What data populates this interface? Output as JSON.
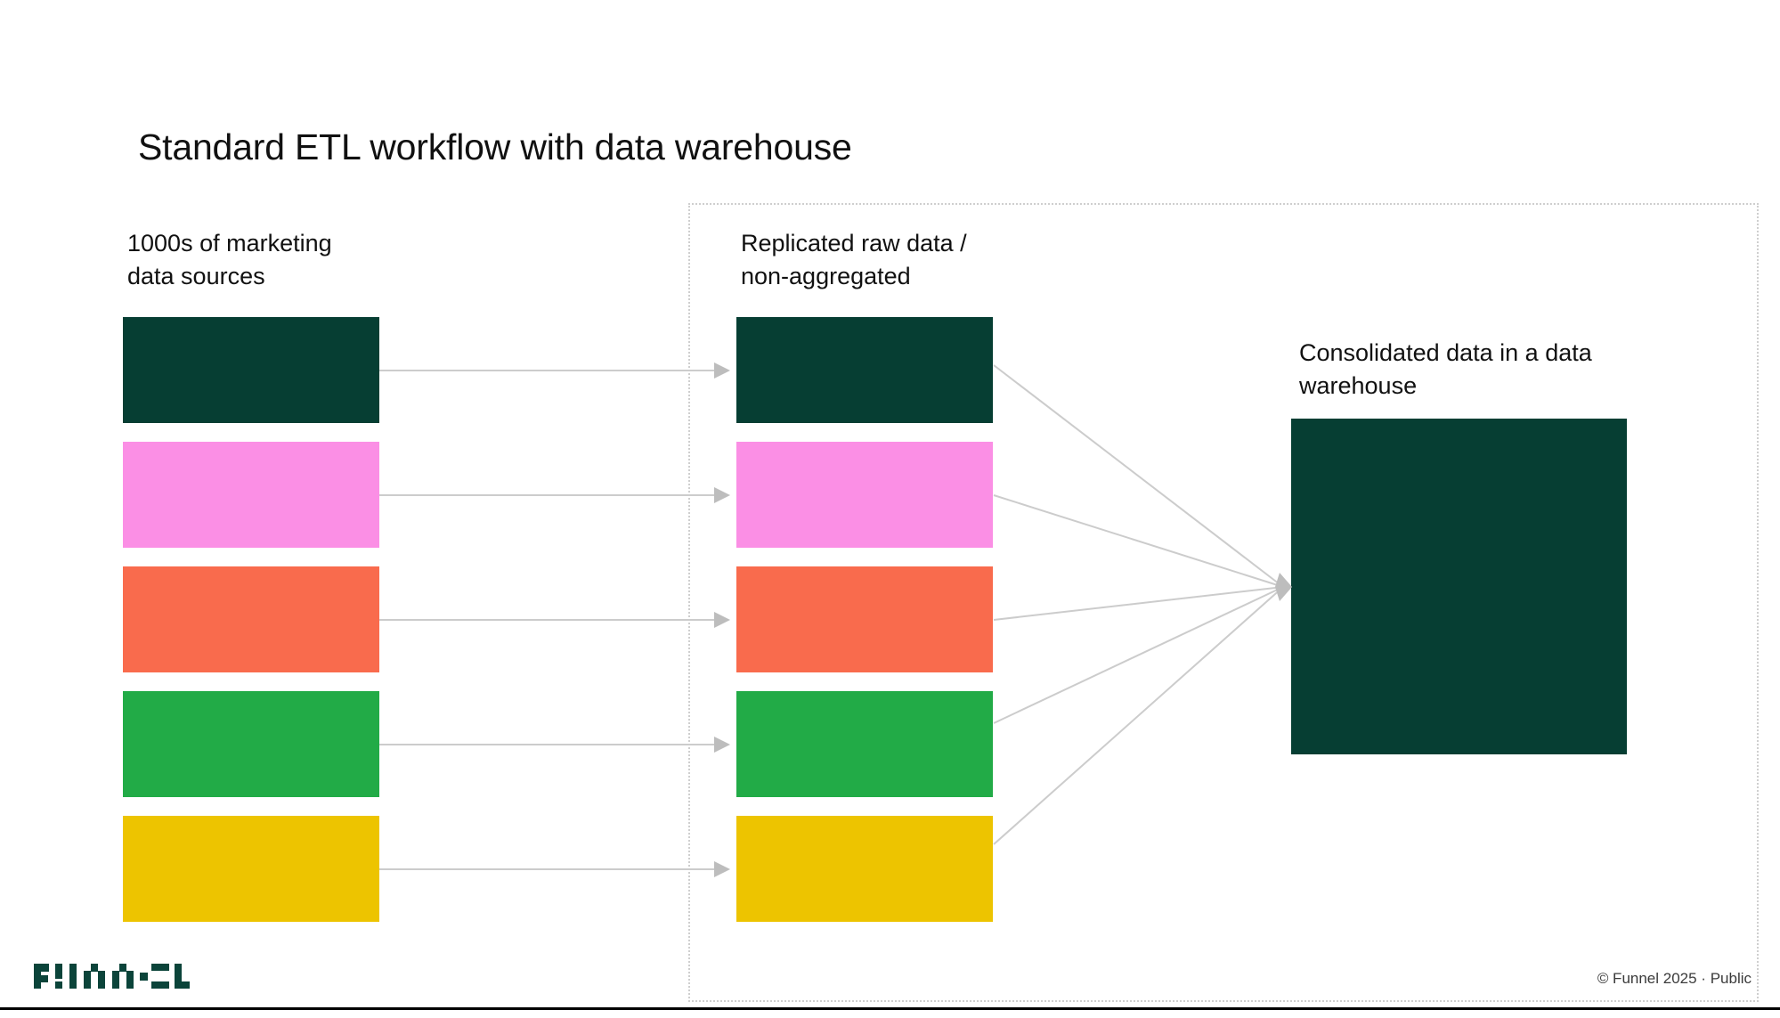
{
  "slide": {
    "title": "Standard ETL workflow with data warehouse",
    "background_color": "#ffffff"
  },
  "columns": {
    "sources": {
      "caption": "1000s of marketing\ndata sources",
      "caption_line1": "1000s of marketing",
      "caption_line2": "data sources",
      "bars": [
        {
          "name": "source-bar-dark-green",
          "color": "#063E33"
        },
        {
          "name": "source-bar-pink",
          "color": "#FB8FE5"
        },
        {
          "name": "source-bar-coral",
          "color": "#F96B4D"
        },
        {
          "name": "source-bar-green",
          "color": "#22AB47"
        },
        {
          "name": "source-bar-yellow",
          "color": "#EDC400"
        }
      ]
    },
    "replicated": {
      "caption": "Replicated raw data /\nnon-aggregated",
      "caption_line1": "Replicated raw data /",
      "caption_line2": "non-aggregated",
      "bars": [
        {
          "name": "replicated-bar-dark-green",
          "color": "#063E33"
        },
        {
          "name": "replicated-bar-pink",
          "color": "#FB8FE5"
        },
        {
          "name": "replicated-bar-coral",
          "color": "#F96B4D"
        },
        {
          "name": "replicated-bar-green",
          "color": "#22AB47"
        },
        {
          "name": "replicated-bar-yellow",
          "color": "#EDC400"
        }
      ]
    },
    "warehouse": {
      "caption": "Consolidated data in a data\nwarehouse",
      "caption_line1": "Consolidated data in a data",
      "caption_line2": "warehouse",
      "square_color": "#063E33"
    }
  },
  "connectors": {
    "color": "#c9c9c9",
    "stage1_count": 5,
    "stage2_count": 5,
    "arrowhead": "triangle-right"
  },
  "footer": {
    "logo_text": "funnel",
    "logo_color": "#0B443A",
    "copyright": "© Funnel 2025 · Public"
  },
  "chart_data": {
    "type": "diagram",
    "title": "Standard ETL workflow with data warehouse",
    "stages": [
      {
        "label": "1000s of marketing data sources",
        "items": [
          "#063E33",
          "#FB8FE5",
          "#F96B4D",
          "#22AB47",
          "#EDC400"
        ]
      },
      {
        "label": "Replicated raw data / non-aggregated",
        "items": [
          "#063E33",
          "#FB8FE5",
          "#F96B4D",
          "#22AB47",
          "#EDC400"
        ]
      },
      {
        "label": "Consolidated data in a data warehouse",
        "items": [
          "#063E33"
        ]
      }
    ],
    "flows": [
      {
        "from": "sources",
        "to": "replicated",
        "count": 5,
        "style": "one-to-one"
      },
      {
        "from": "replicated",
        "to": "warehouse",
        "count": 5,
        "style": "many-to-one"
      }
    ]
  }
}
